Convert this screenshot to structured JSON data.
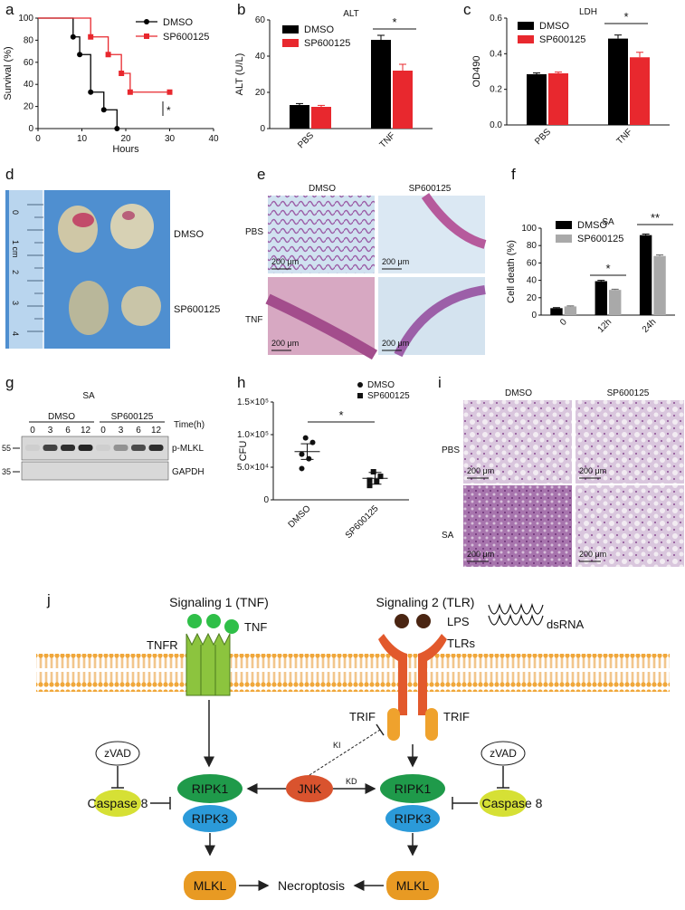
{
  "panels": {
    "a": "a",
    "b": "b",
    "c": "c",
    "d": "d",
    "e": "e",
    "f": "f",
    "g": "g",
    "h": "h",
    "i": "i",
    "j": "j"
  },
  "chart_data": [
    {
      "panel": "a",
      "type": "line",
      "xlabel": "Hours",
      "ylabel": "Survival (%)",
      "xlim": [
        0,
        40
      ],
      "ylim": [
        0,
        100
      ],
      "xticks": [
        "0",
        "10",
        "20",
        "30",
        "40"
      ],
      "yticks": [
        "0",
        "20",
        "40",
        "60",
        "80",
        "100"
      ],
      "legend_position": "top-right",
      "annotation": "*",
      "series": [
        {
          "name": "DMSO",
          "color": "#000000",
          "marker": "circle",
          "points": [
            [
              0,
              100
            ],
            [
              8,
              100
            ],
            [
              8,
              83
            ],
            [
              9.5,
              83
            ],
            [
              9.5,
              67
            ],
            [
              12,
              67
            ],
            [
              12,
              33
            ],
            [
              15,
              33
            ],
            [
              15,
              17
            ],
            [
              18,
              17
            ],
            [
              18,
              0
            ]
          ]
        },
        {
          "name": "SP600125",
          "color": "#e8282e",
          "marker": "square",
          "points": [
            [
              0,
              100
            ],
            [
              12,
              100
            ],
            [
              12,
              83
            ],
            [
              16,
              83
            ],
            [
              16,
              67
            ],
            [
              19,
              67
            ],
            [
              19,
              50
            ],
            [
              21,
              50
            ],
            [
              21,
              33
            ],
            [
              30,
              33
            ]
          ]
        }
      ]
    },
    {
      "panel": "b",
      "type": "bar",
      "title": "ALT",
      "ylabel": "ALT (U/L)",
      "ylim": [
        0,
        60
      ],
      "yticks": [
        "0",
        "20",
        "40",
        "60"
      ],
      "categories": [
        "PBS",
        "TNF"
      ],
      "series": [
        {
          "name": "DMSO",
          "color": "#000000",
          "values": [
            13,
            49
          ],
          "errors": [
            0.8,
            2.5
          ]
        },
        {
          "name": "SP600125",
          "color": "#e8282e",
          "values": [
            12,
            32
          ],
          "errors": [
            0.8,
            3.5
          ]
        }
      ],
      "annotation": "*"
    },
    {
      "panel": "c",
      "type": "bar",
      "title": "LDH",
      "ylabel": "OD490",
      "ylim": [
        0,
        0.6
      ],
      "yticks": [
        "0.0",
        "0.2",
        "0.4",
        "0.6"
      ],
      "categories": [
        "PBS",
        "TNF"
      ],
      "series": [
        {
          "name": "DMSO",
          "color": "#000000",
          "values": [
            0.285,
            0.485
          ],
          "errors": [
            0.007,
            0.02
          ]
        },
        {
          "name": "SP600125",
          "color": "#e8282e",
          "values": [
            0.29,
            0.38
          ],
          "errors": [
            0.007,
            0.028
          ]
        }
      ],
      "annotation": "*"
    },
    {
      "panel": "f",
      "type": "bar",
      "title": "SA",
      "ylabel": "Cell death (%)",
      "ylim": [
        0,
        100
      ],
      "yticks": [
        "0",
        "20",
        "40",
        "60",
        "80",
        "100"
      ],
      "categories": [
        "0",
        "12h",
        "24h"
      ],
      "series": [
        {
          "name": "DMSO",
          "color": "#000000",
          "values": [
            8,
            39,
            92
          ],
          "errors": [
            0.6,
            1,
            1.2
          ]
        },
        {
          "name": "SP600125",
          "color": "#a9a9a9",
          "values": [
            10,
            29,
            68
          ],
          "errors": [
            0.6,
            0.8,
            1.2
          ]
        }
      ],
      "annotations": [
        "*",
        "**"
      ]
    },
    {
      "panel": "h",
      "type": "scatter",
      "ylabel": "CFU",
      "ylim": [
        0,
        150000
      ],
      "yticks": [
        "0",
        "5.0×10⁴",
        "1.0×10⁵",
        "1.5×10⁵"
      ],
      "categories": [
        "DMSO",
        "SP600125"
      ],
      "series": [
        {
          "name": "DMSO",
          "marker": "circle",
          "values": [
            95000,
            88000,
            70000,
            63000,
            48000
          ],
          "mean": 74000,
          "sem": 12000
        },
        {
          "name": "SP600125",
          "marker": "square",
          "values": [
            43000,
            36000,
            30000,
            28000,
            22000
          ],
          "mean": 33000,
          "sem": 9000
        }
      ],
      "annotation": "*"
    }
  ],
  "panel_d": {
    "ruler_labels": [
      "0",
      "1 cm",
      "2",
      "3",
      "4"
    ],
    "rows": [
      "DMSO",
      "SP600125"
    ]
  },
  "panel_e": {
    "columns": [
      "DMSO",
      "SP600125"
    ],
    "rows": [
      "PBS",
      "TNF"
    ],
    "scale_bar": "200 μm"
  },
  "panel_g": {
    "title": "SA",
    "groups": [
      "DMSO",
      "SP600125"
    ],
    "time_label": "Time(h)",
    "times": [
      "0",
      "3",
      "6",
      "12",
      "0",
      "3",
      "6",
      "12"
    ],
    "bands": [
      "p-MLKL",
      "GAPDH"
    ],
    "markers": [
      "55",
      "35"
    ]
  },
  "panel_i": {
    "columns": [
      "DMSO",
      "SP600125"
    ],
    "rows": [
      "PBS",
      "SA"
    ],
    "scale_bar": "200 μm"
  },
  "panel_j": {
    "signal1": "Signaling 1 (TNF)",
    "signal2": "Signaling 2 (TLR)",
    "tnf": "TNF",
    "tnfr": "TNFR",
    "lps": "LPS",
    "tlrs": "TLRs",
    "dsrna": "dsRNA",
    "trif": "TRIF",
    "zvad": "zVAD",
    "caspase8": "Caspase 8",
    "ripk1": "RIPK1",
    "ripk3": "RIPK3",
    "jnk": "JNK",
    "mlkl": "MLKL",
    "necroptosis": "Necroptosis",
    "ki": "KI",
    "kd": "KD"
  }
}
